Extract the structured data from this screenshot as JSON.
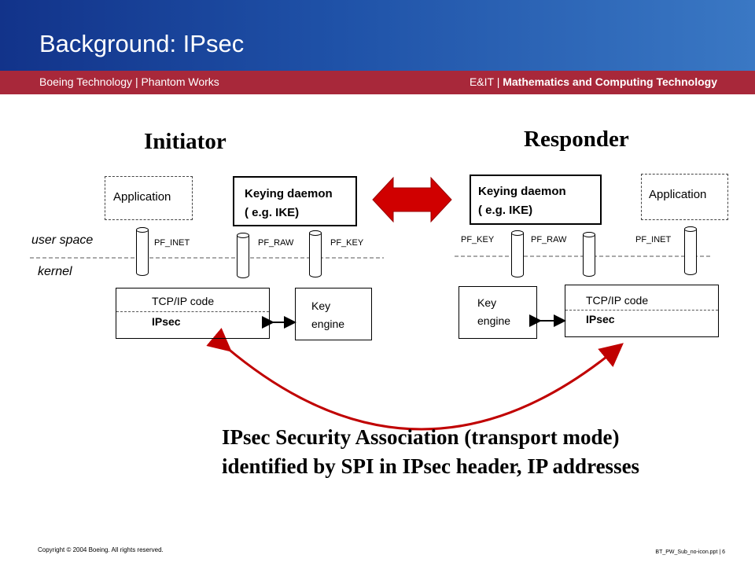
{
  "slide": {
    "title": "Background:  IPsec",
    "subtitle_left": "Boeing Technology | Phantom Works",
    "subtitle_right_prefix": "E&IT | ",
    "subtitle_right_bold": "Mathematics and Computing Technology",
    "colors": {
      "header_blue": "#1f52a8",
      "band_red": "#a8283a",
      "accent_red": "#c00000"
    }
  },
  "diagram": {
    "initiator": {
      "heading": "Initiator",
      "application": "Application",
      "keying_line1": "Keying daemon",
      "keying_line2": "( e.g. IKE)",
      "user_space": "user space",
      "kernel": "kernel",
      "pf_inet": "PF_INET",
      "pf_raw": "PF_RAW",
      "pf_key": "PF_KEY",
      "tcpip": "TCP/IP code",
      "ipsec": "IPsec",
      "key_engine_line1": "Key",
      "key_engine_line2": "engine"
    },
    "responder": {
      "heading": "Responder",
      "application": "Application",
      "keying_line1": "Keying daemon",
      "keying_line2": "( e.g. IKE)",
      "pf_key": "PF_KEY",
      "pf_raw": "PF_RAW",
      "pf_inet": "PF_INET",
      "tcpip": "TCP/IP code",
      "ipsec": "IPsec",
      "key_engine_line1": "Key",
      "key_engine_line2": "engine"
    },
    "sa_line1": "IPsec Security Association (transport mode)",
    "sa_line2": "identified by SPI in IPsec header, IP addresses"
  },
  "footer": {
    "copyright": "Copyright © 2004 Boeing. All rights reserved.",
    "file": "BT_PW_Sub_no-icon.ppt  |  6"
  }
}
